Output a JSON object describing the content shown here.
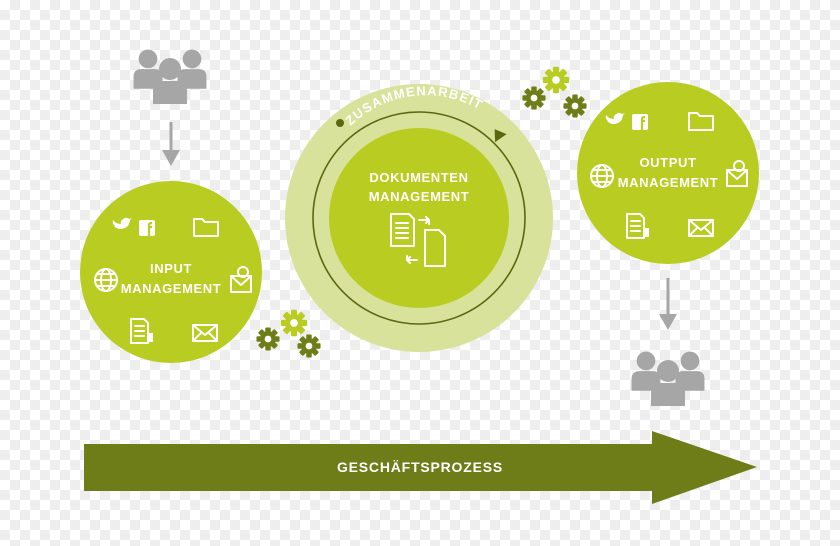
{
  "colors": {
    "lime": "#b8cc22",
    "lime_light": "#d9e29a",
    "olive": "#6e7d17",
    "dark_olive": "#5a6812",
    "gray": "#a6a6a6",
    "white": "#ffffff"
  },
  "input_node": {
    "line1": "INPUT",
    "line2": "MANAGEMENT",
    "icons": [
      "twitter-icon",
      "facebook-icon",
      "folder-icon",
      "globe-icon",
      "mail-attachment-icon",
      "fax-icon",
      "envelope-icon"
    ]
  },
  "center_node": {
    "ring_label": "ZUSAMMENARBEIT",
    "line1": "DOKUMENTEN",
    "line2": "MANAGEMENT",
    "icons": [
      "document-transfer-icon"
    ]
  },
  "output_node": {
    "line1": "OUTPUT",
    "line2": "MANAGEMENT",
    "icons": [
      "twitter-icon",
      "facebook-icon",
      "folder-icon",
      "globe-icon",
      "mail-attachment-icon",
      "fax-icon",
      "envelope-icon"
    ]
  },
  "process_arrow": {
    "label": "GESCHÄFTSPROZESS"
  },
  "decorations": [
    "users-group-icon",
    "users-group-icon",
    "gears-icon",
    "gears-icon",
    "down-arrow",
    "down-arrow"
  ]
}
